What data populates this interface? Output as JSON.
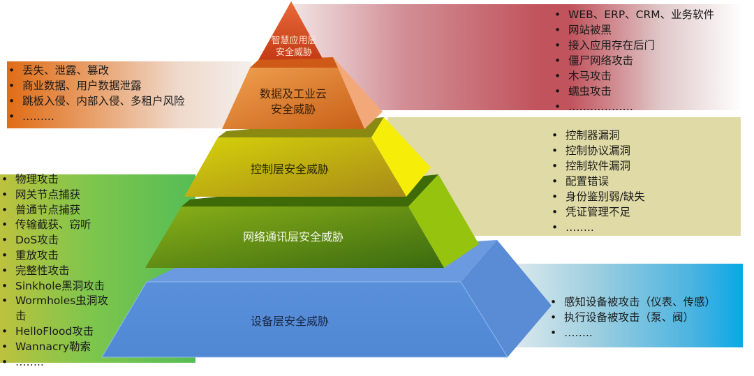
{
  "title": "工业互联网安全威胁分层金字塔",
  "pyramid": {
    "levels": [
      {
        "id": "app",
        "label_line1": "智慧应用层",
        "label_line2": "安全威胁",
        "color": "#d44a1e"
      },
      {
        "id": "data",
        "label_line1": "数据及工业云",
        "label_line2": "安全威胁",
        "color": "#e8823a"
      },
      {
        "id": "ctrl",
        "label": "控制层安全威胁",
        "color": "#c9c41a"
      },
      {
        "id": "net",
        "label": "网络通讯层安全威胁",
        "color": "#6a9a10"
      },
      {
        "id": "dev",
        "label": "设备层安全威胁",
        "color": "#5a8fd8"
      }
    ]
  },
  "panels": {
    "app": {
      "color": "#c1535c",
      "items": [
        "WEB、ERP、CRM、业务软件",
        "网站被黑",
        "接入应用存在后门",
        "僵尸网络攻击",
        "木马攻击",
        "蠕虫攻击",
        "………………"
      ]
    },
    "data": {
      "color": "#e06c16",
      "items": [
        "丢失、泄露、篡改",
        "商业数据、用户数据泄露",
        "跳板入侵、内部入侵、多租户风险",
        "……..."
      ]
    },
    "ctrl": {
      "color": "#e0dba6",
      "items": [
        "控制器漏洞",
        "控制协议漏洞",
        "控制软件漏洞",
        "配置错误",
        "身份鉴别弱/缺失",
        "凭证管理不足",
        "…….."
      ]
    },
    "net": {
      "color": "#6cc24e",
      "items": [
        "物理攻击",
        "网关节点捕获",
        "普通节点捕获",
        "传输截获、窃听",
        "DoS攻击",
        "重放攻击",
        "完整性攻击",
        "Sinkhole黑洞攻击",
        "Wormholes虫洞攻",
        "击",
        "HelloFlood攻击",
        "Wannacry勒索",
        "…….."
      ]
    },
    "dev": {
      "color": "#08a8e6",
      "items": [
        "感知设备被攻击（仪表、传感）",
        "执行设备被攻击（泵、阀）",
        "…….."
      ]
    }
  }
}
